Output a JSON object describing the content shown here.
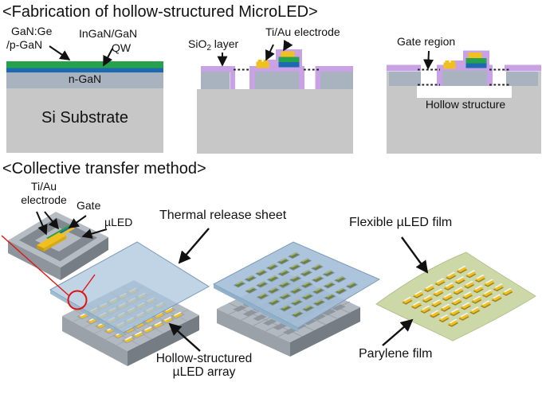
{
  "fabrication": {
    "title": "<Fabrication of hollow-structured MicroLED>",
    "step1": {
      "gan_ge": "GaN:Ge",
      "p_gan": "/p-GaN",
      "ingan": "InGaN/GaN",
      "qw": "QW",
      "n_gan": "n-GaN",
      "substrate": "Si Substrate"
    },
    "step2": {
      "sio2_base": "SiO",
      "sio2_sub": "2",
      "sio2_rest": " layer",
      "ti_au": "Ti/Au electrode"
    },
    "step3": {
      "gate_region": "Gate region",
      "hollow": "Hollow structure"
    }
  },
  "transfer": {
    "title": "<Collective transfer method>",
    "inset": {
      "ti_au_1": "Ti/Au",
      "ti_au_2": "electrode",
      "gate": "Gate",
      "uled": "µLED"
    },
    "sheet_label": "Thermal release sheet",
    "array_label_1": "Hollow-structured",
    "array_label_2": "µLED array",
    "film_label": "Flexible µLED film",
    "parylene_label": "Parylene film"
  },
  "colors": {
    "sio2_purple": "#c9a2e6",
    "p_gan_green": "#27a24c",
    "qw_blue": "#1e6ab0",
    "n_gan_gray": "#a9b3c0",
    "substrate_gray": "#c7c7c7",
    "electrode_gold": "#f0c020",
    "sheet_blue": "#a7c4dd",
    "film_green": "#cdd8a8",
    "callout_red": "#e0140f"
  }
}
